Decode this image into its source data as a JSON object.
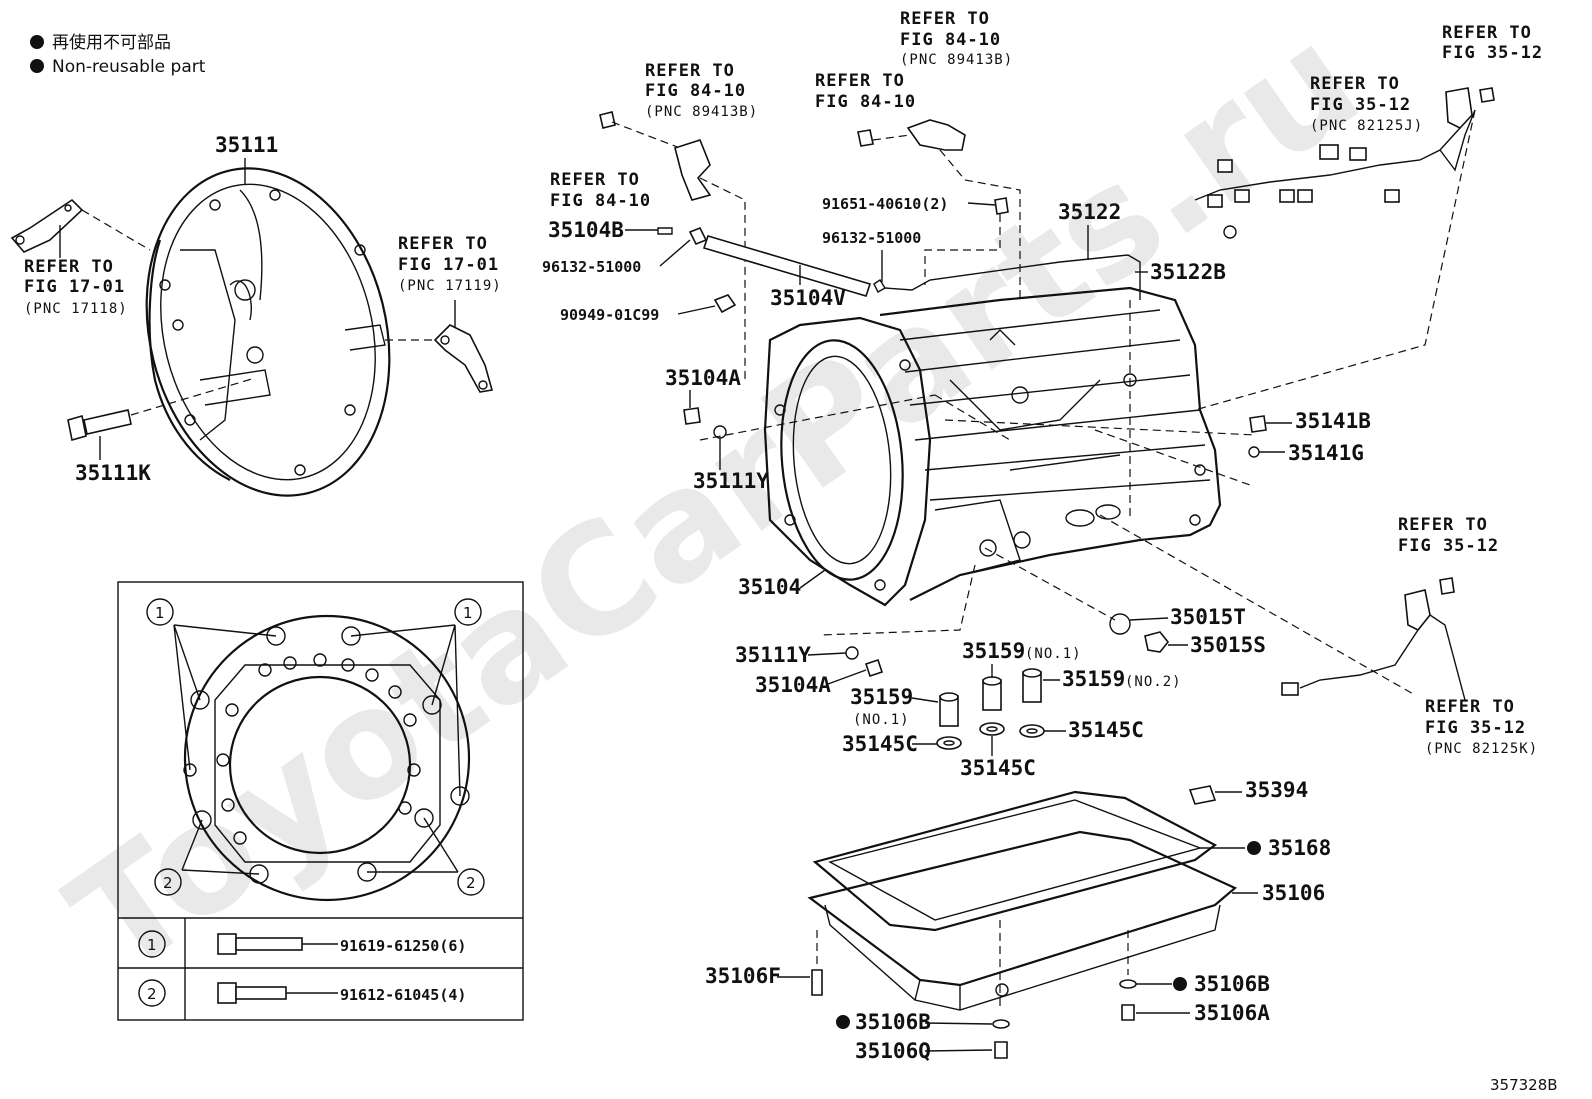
{
  "legend": {
    "japanese": "再使用不可部品",
    "english": "Non-reusable part"
  },
  "figure_id": "357328B",
  "watermark": "ToyotaCarParts.ru",
  "refs": {
    "fig1701_a": {
      "refer": "REFER TO",
      "fig": "FIG 17-01",
      "pnc": "(PNC 17118)"
    },
    "fig1701_b": {
      "refer": "REFER TO",
      "fig": "FIG 17-01",
      "pnc": "(PNC 17119)"
    },
    "fig8410_a": {
      "refer": "REFER TO",
      "fig": "FIG 84-10",
      "pnc": "(PNC 89413B)"
    },
    "fig8410_b": {
      "refer": "REFER TO",
      "fig": "FIG 84-10"
    },
    "fig8410_c": {
      "refer": "REFER TO",
      "fig": "FIG 84-10"
    },
    "fig8410_d": {
      "refer": "REFER TO",
      "fig": "FIG 84-10",
      "pnc": "(PNC 89413B)"
    },
    "fig3512_a": {
      "refer": "REFER TO",
      "fig": "FIG 35-12"
    },
    "fig3512_b": {
      "refer": "REFER TO",
      "fig": "FIG 35-12",
      "pnc": "(PNC 82125J)"
    },
    "fig3512_c": {
      "refer": "REFER TO",
      "fig": "FIG 35-12"
    },
    "fig3512_d": {
      "refer": "REFER TO",
      "fig": "FIG 35-12",
      "pnc": "(PNC 82125K)"
    }
  },
  "parts": {
    "p35111": "35111",
    "p35111k": "35111K",
    "p35104b": "35104B",
    "p96132_a": "96132-51000",
    "p90949": "90949-01C99",
    "p35104v": "35104V",
    "p91651": "91651-40610(2)",
    "p96132_b": "96132-51000",
    "p35122": "35122",
    "p35122b": "35122B",
    "p35104a_top": "35104A",
    "p35111y_top": "35111Y",
    "p35104": "35104",
    "p35141b": "35141B",
    "p35141g": "35141G",
    "p35015t": "35015T",
    "p35015s": "35015S",
    "p35111y_bot": "35111Y",
    "p35104a_bot": "35104A",
    "p35159_top": "35159",
    "p35159_top_note": "(NO.1)",
    "p35159_left": "35159",
    "p35159_left_note": "(NO.1)",
    "p35159_right": "35159",
    "p35159_right_note": "(NO.2)",
    "p35145c_left": "35145C",
    "p35145c_mid": "35145C",
    "p35145c_right": "35145C",
    "p35394": "35394",
    "p35168": "35168",
    "p35106": "35106",
    "p35106f": "35106F",
    "p35106b_right": "35106B",
    "p35106a": "35106A",
    "p35106b_left": "35106B",
    "p35106q": "35106Q"
  },
  "bolt_table": {
    "rows": [
      {
        "mark": "1",
        "part": "91619-61250(6)"
      },
      {
        "mark": "2",
        "part": "91612-61045(4)"
      }
    ],
    "callouts": [
      "1",
      "1",
      "2",
      "2"
    ]
  }
}
